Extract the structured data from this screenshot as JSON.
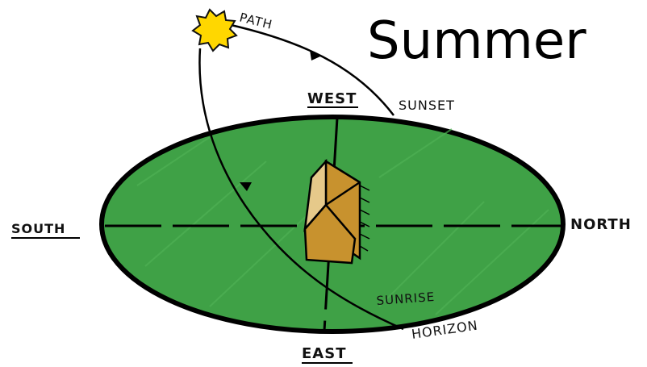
{
  "title": "Summer",
  "labels": {
    "path": "PATH",
    "west": "WEST",
    "sunset": "SUNSET",
    "south": "SOUTH",
    "north": "NORTH",
    "sunrise": "SUNRISE",
    "horizon": "HORIZON",
    "east": "EAST"
  },
  "colors": {
    "ground": "#3fa146",
    "outline": "#000000",
    "sun": "#ffd700",
    "house_wall": "#c8922e",
    "house_roof_light": "#e6c98a"
  },
  "icons": [
    "sun-icon",
    "house-icon"
  ]
}
